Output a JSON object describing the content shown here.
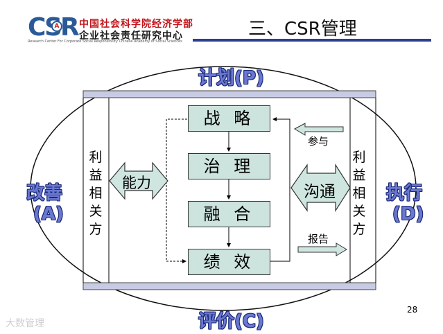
{
  "header": {
    "logo_mark": "CSR",
    "logo_a": "A",
    "org_line1": "中国社会科学院经济学部",
    "org_line2": "企业社会责任研究中心",
    "org_english": "Research Center For Corporate Social Responsibility Chinese Academy of Social Sciences",
    "title": "三、CSR管理"
  },
  "cycle": {
    "plan": "计划(P)",
    "do_line1": "执行",
    "do_line2": "(D)",
    "check": "评价(C)",
    "act_line1": "改善",
    "act_line2": "(A)"
  },
  "core": {
    "items": [
      "战 略",
      "治 理",
      "融 合",
      "绩 效"
    ]
  },
  "left": {
    "stakeholders": [
      "利",
      "益",
      "相",
      "关",
      "方"
    ],
    "capability": "能力"
  },
  "right": {
    "stakeholders": [
      "利",
      "益",
      "相",
      "关",
      "方"
    ],
    "communication": "沟通",
    "participation": "参与",
    "report": "报告"
  },
  "footer": {
    "page_number": "28",
    "watermark": "大数管理"
  },
  "colors": {
    "box_fill": "#cde3dd",
    "bar_fill": "#c8cbe4",
    "arrow_fill": "#cfe6e0",
    "title_rule": "#2b3f8f",
    "cycle_label": "#6b78d0"
  }
}
